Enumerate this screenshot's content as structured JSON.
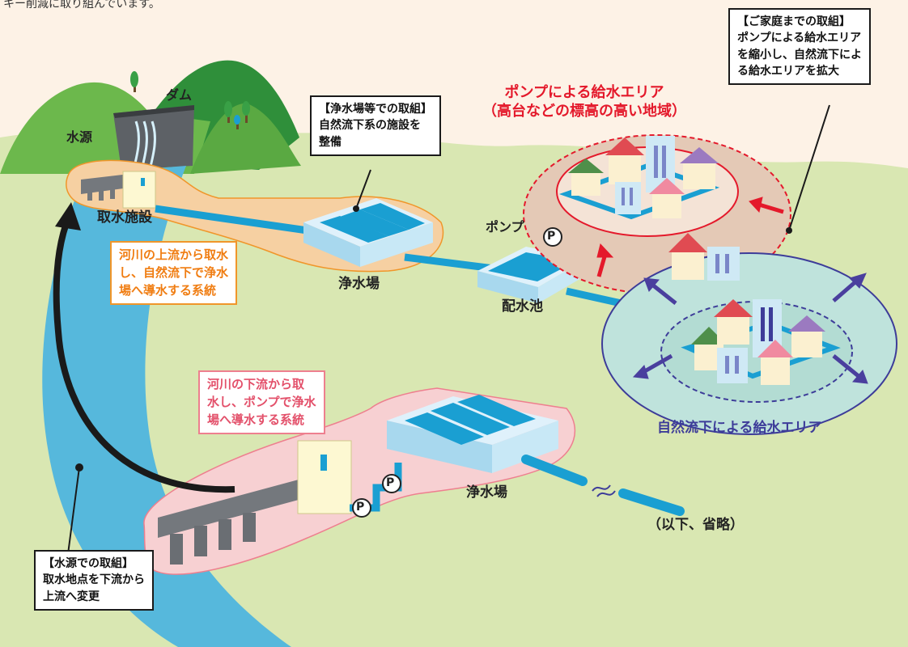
{
  "intro_text": "キー削減に取り組んでいます。",
  "labels": {
    "dam": "ダム",
    "water_source": "水源",
    "intake_facility": "取水施設",
    "treatment_plant_upper": "浄水場",
    "distribution_reservoir": "配水池",
    "pump": "ポンプ",
    "pump_symbol": "P",
    "treatment_plant_lower": "浄水場",
    "omitted": "（以下、省略）"
  },
  "areas": {
    "pump_area": [
      "ポンプによる給水エリア",
      "（高台などの標高の高い地域）"
    ],
    "gravity_area": "自然流下による給水エリア"
  },
  "callouts": {
    "plant": [
      "【浄水場等での取組】",
      "自然流下系の施設を",
      "整備"
    ],
    "home": [
      "【ご家庭までの取組】",
      "ポンプによる給水エリア",
      "を縮小し、自然流下によ",
      "る給水エリアを拡大"
    ],
    "source": [
      "【水源での取組】",
      "取水地点を下流から",
      "上流へ変更"
    ]
  },
  "systems": {
    "upstream": [
      "河川の上流から取水",
      "し、自然流下で浄水",
      "場へ導水する系統"
    ],
    "downstream": [
      "河川の下流から取",
      "水し、ポンプで浄水",
      "場へ導水する系統"
    ]
  },
  "colors": {
    "ground": "#d9e7b2",
    "river": "#56b8dc",
    "mountain": "#6cb84c",
    "pipe": "#1a9fd2",
    "red": "#e4192b",
    "blue": "#3d3c99",
    "orange": "#f0962a",
    "pink": "#ee7f8f"
  }
}
